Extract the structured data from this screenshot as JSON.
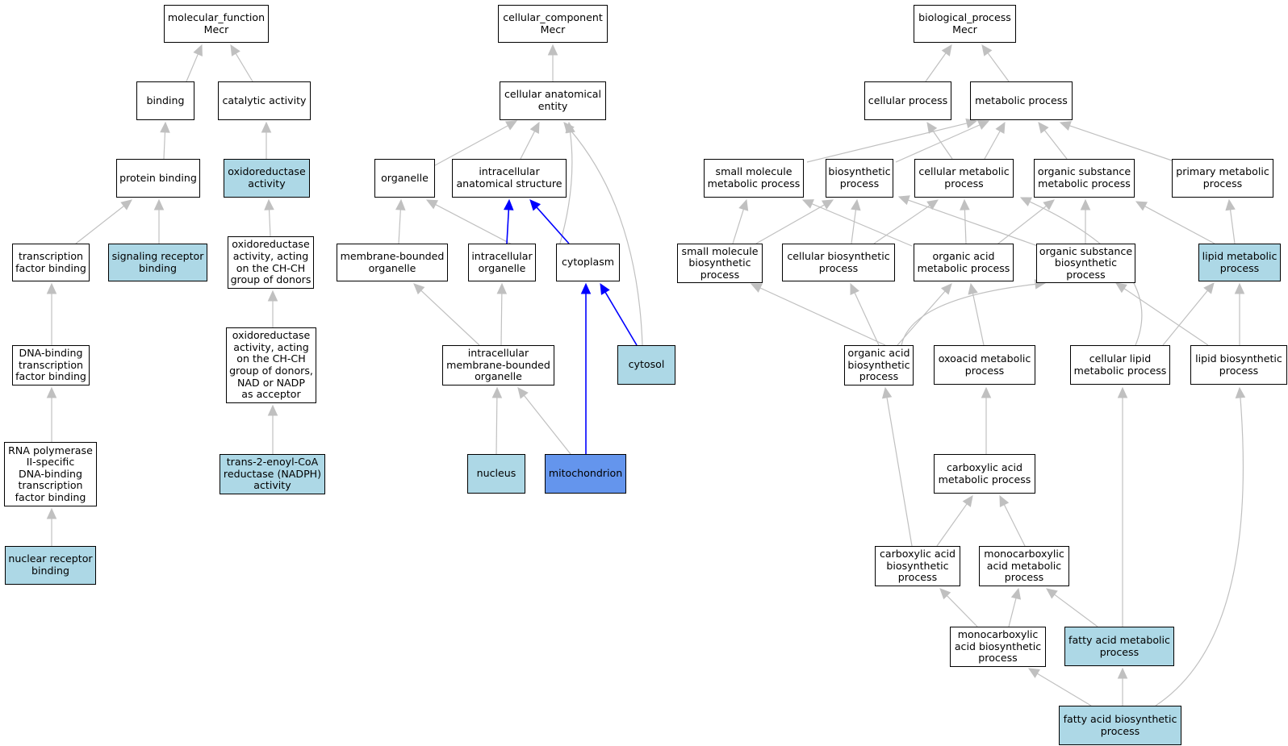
{
  "colors": {
    "highlight_fill": "#add8e6",
    "selected_fill": "#6495ed",
    "plain_fill": "#ffffff",
    "edge_default": "#c0c0c0",
    "edge_path": "#0000ff"
  },
  "nodes": {
    "mf_root": "molecular_function\nMecr",
    "binding": "binding",
    "catalytic": "catalytic activity",
    "protein_binding": "protein binding",
    "oxidoreductase": "oxidoreductase\nactivity",
    "tf_binding": "transcription\nfactor binding",
    "signaling_receptor": "signaling receptor\nbinding",
    "oxido_chch": "oxidoreductase\nactivity, acting\non the CH-CH\ngroup of donors",
    "dna_tf_binding": "DNA-binding\ntranscription\nfactor binding",
    "oxido_nadp": "oxidoreductase\nactivity, acting\non the CH-CH\ngroup of donors,\nNAD or NADP\nas acceptor",
    "rnap_tf_binding": "RNA polymerase\nII-specific\nDNA-binding\ntranscription\nfactor binding",
    "trans_enoyl": "trans-2-enoyl-CoA\nreductase (NADPH)\nactivity",
    "nuclear_receptor": "nuclear receptor\nbinding",
    "cc_root": "cellular_component\nMecr",
    "anatomical_entity": "cellular anatomical\nentity",
    "organelle": "organelle",
    "intracellular_structure": "intracellular\nanatomical structure",
    "membrane_bounded": "membrane-bounded\norganelle",
    "intracellular_organelle": "intracellular\norganelle",
    "cytoplasm": "cytoplasm",
    "intra_membrane_bounded": "intracellular\nmembrane-bounded\norganelle",
    "cytosol": "cytosol",
    "nucleus": "nucleus",
    "mitochondrion": "mitochondrion",
    "bp_root": "biological_process\nMecr",
    "cellular_process": "cellular process",
    "metabolic_process": "metabolic process",
    "small_mol_metabolic": "small molecule\nmetabolic process",
    "biosynthetic": "biosynthetic\nprocess",
    "cellular_metabolic": "cellular metabolic\nprocess",
    "organic_subst_metabolic": "organic substance\nmetabolic process",
    "primary_metabolic": "primary metabolic\nprocess",
    "small_mol_biosynthetic": "small molecule\nbiosynthetic\nprocess",
    "cellular_biosynthetic": "cellular biosynthetic\nprocess",
    "organic_acid_metabolic": "organic acid\nmetabolic process",
    "organic_subst_biosynthetic": "organic substance\nbiosynthetic\nprocess",
    "lipid_metabolic": "lipid metabolic\nprocess",
    "organic_acid_biosynthetic": "organic acid\nbiosynthetic\nprocess",
    "oxoacid_metabolic": "oxoacid metabolic\nprocess",
    "cellular_lipid_metabolic": "cellular lipid\nmetabolic process",
    "lipid_biosynthetic": "lipid biosynthetic\nprocess",
    "carboxylic_metabolic": "carboxylic acid\nmetabolic process",
    "carboxylic_biosynthetic": "carboxylic acid\nbiosynthetic\nprocess",
    "monocarboxylic_metabolic": "monocarboxylic\nacid metabolic\nprocess",
    "monocarboxylic_biosynthetic": "monocarboxylic\nacid biosynthetic\nprocess",
    "fatty_acid_metabolic": "fatty acid metabolic\nprocess",
    "fatty_acid_biosynthetic": "fatty acid biosynthetic\nprocess"
  }
}
